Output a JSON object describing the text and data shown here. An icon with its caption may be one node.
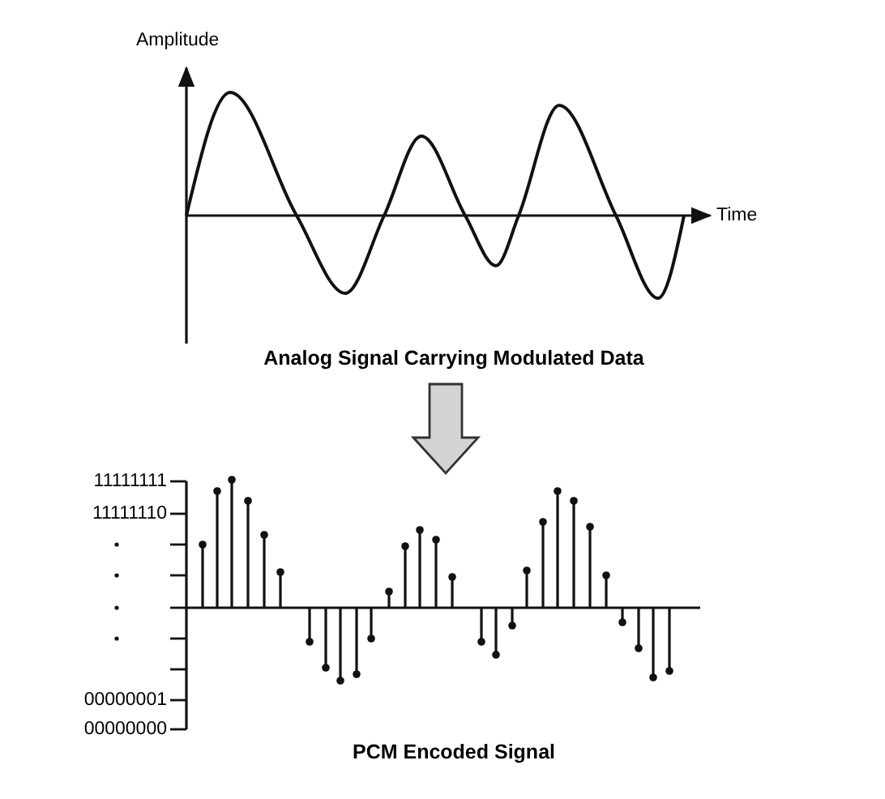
{
  "diagram": {
    "nodes": [
      {
        "text": [
          "Analog Signal Carrying Modulated Data"
        ]
      },
      {
        "text": [
          "PCM Encoded Signal"
        ]
      }
    ],
    "edges": [
      {
        "from": 0,
        "to": 1,
        "arrow": "to",
        "style": "thick"
      }
    ],
    "labels": [
      "Amplitude",
      "Time",
      "11111111",
      "11111110",
      "00000001",
      "00000000"
    ]
  }
}
